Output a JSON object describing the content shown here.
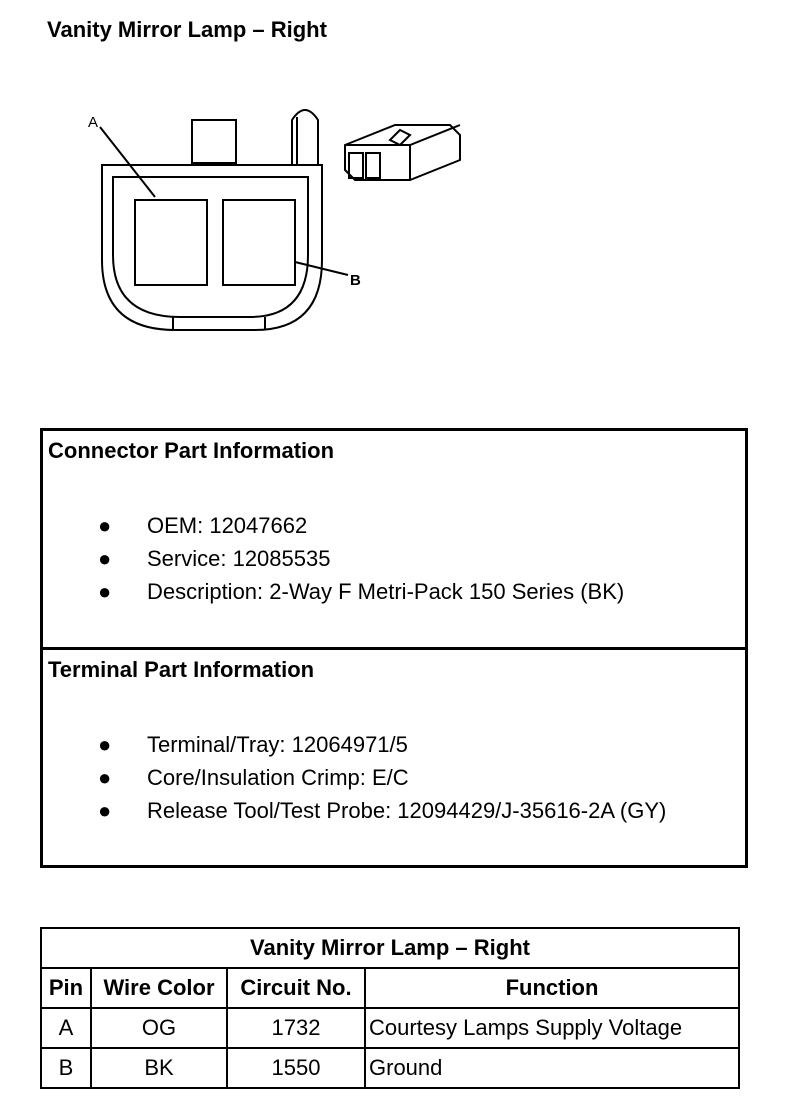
{
  "title": "Vanity Mirror Lamp – Right",
  "diagram": {
    "label_a": "A",
    "label_b": "B"
  },
  "connector_info": {
    "heading": "Connector Part Information",
    "items": [
      "OEM: 12047662",
      "Service: 12085535",
      "Description: 2-Way F Metri-Pack 150 Series (BK)"
    ]
  },
  "terminal_info": {
    "heading": "Terminal Part Information",
    "items": [
      "Terminal/Tray: 12064971/5",
      "Core/Insulation Crimp: E/C",
      "Release Tool/Test Probe: 12094429/J-35616-2A (GY)"
    ]
  },
  "pin_table": {
    "caption": "Vanity Mirror Lamp – Right",
    "headers": [
      "Pin",
      "Wire Color",
      "Circuit No.",
      "Function"
    ],
    "rows": [
      [
        "A",
        "OG",
        "1732",
        "Courtesy Lamps Supply Voltage"
      ],
      [
        "B",
        "BK",
        "1550",
        "Ground"
      ]
    ]
  }
}
